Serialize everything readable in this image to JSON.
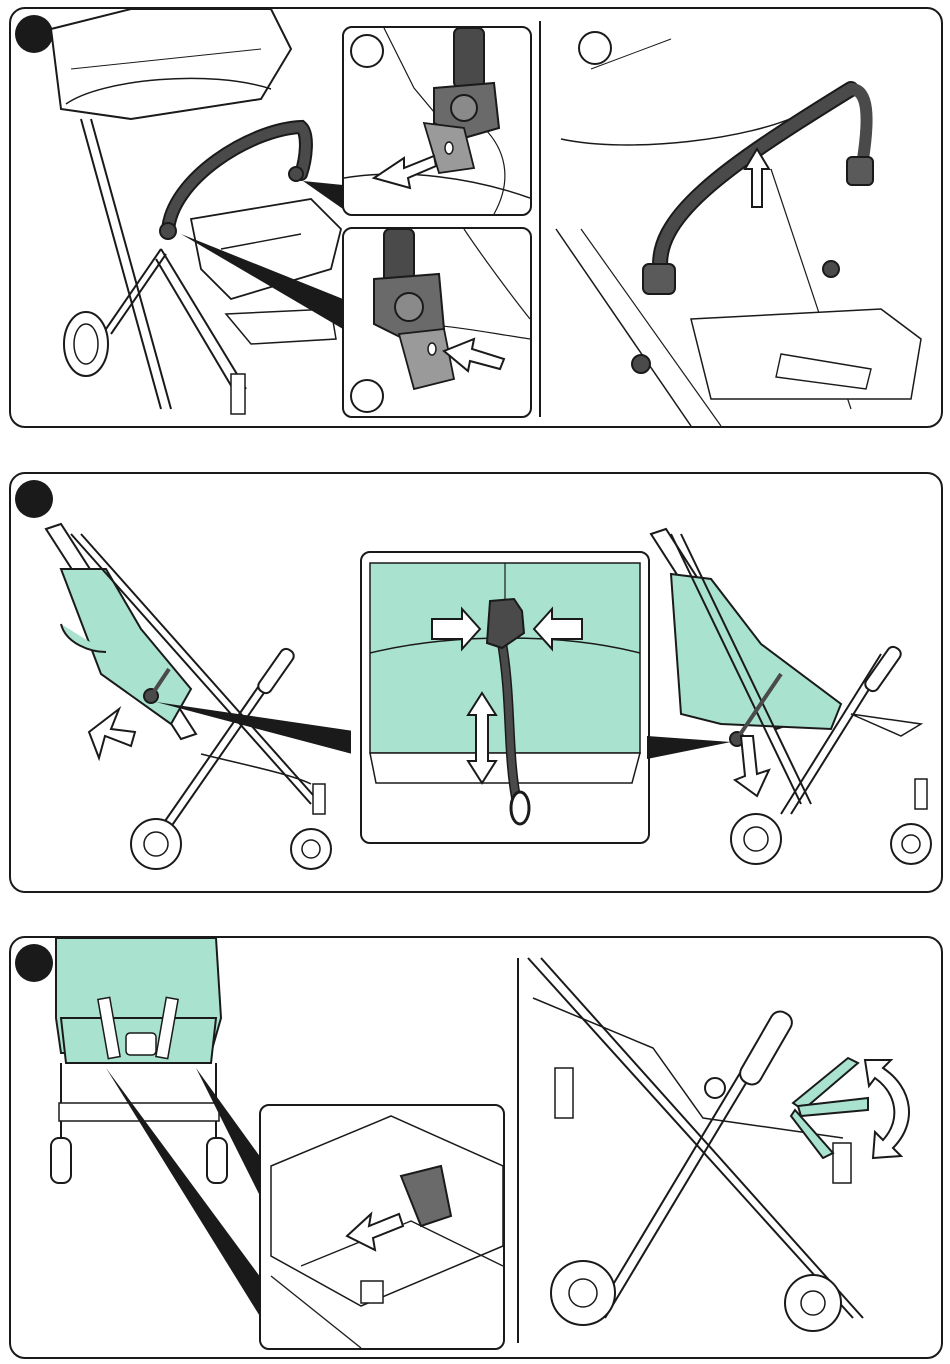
{
  "colors": {
    "outline": "#1a1a1a",
    "seat_fabric": "#a9e3cf",
    "bumper_bar": "#4a4a4a",
    "latch_grey": "#8a8a8a",
    "background": "#ffffff"
  },
  "panels": [
    {
      "id": "panel-1",
      "marker": "filled-step-circle",
      "insets": [
        "sub-step-circle",
        "sub-step-circle",
        "sub-step-circle"
      ]
    },
    {
      "id": "panel-2",
      "marker": "filled-step-circle"
    },
    {
      "id": "panel-3",
      "marker": "filled-step-circle"
    }
  ],
  "icons": [
    "push-arrow-icon",
    "up-arrow-icon",
    "double-arrow-icon",
    "squeeze-arrow-icon",
    "rotate-arrow-icon"
  ]
}
